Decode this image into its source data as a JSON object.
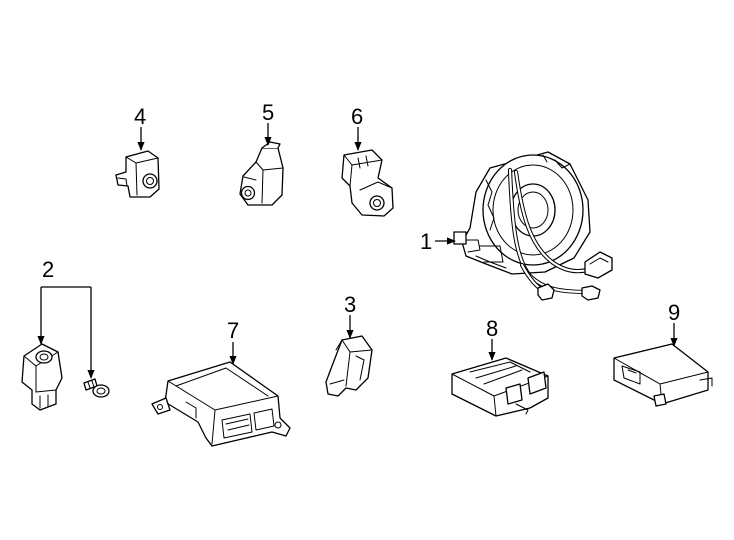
{
  "diagram": {
    "colors": {
      "line": "#000000",
      "background": "#ffffff"
    },
    "callouts": [
      {
        "id": "1",
        "label": "1"
      },
      {
        "id": "2",
        "label": "2"
      },
      {
        "id": "3",
        "label": "3"
      },
      {
        "id": "4",
        "label": "4"
      },
      {
        "id": "5",
        "label": "5"
      },
      {
        "id": "6",
        "label": "6"
      },
      {
        "id": "7",
        "label": "7"
      },
      {
        "id": "8",
        "label": "8"
      },
      {
        "id": "9",
        "label": "9"
      }
    ]
  }
}
